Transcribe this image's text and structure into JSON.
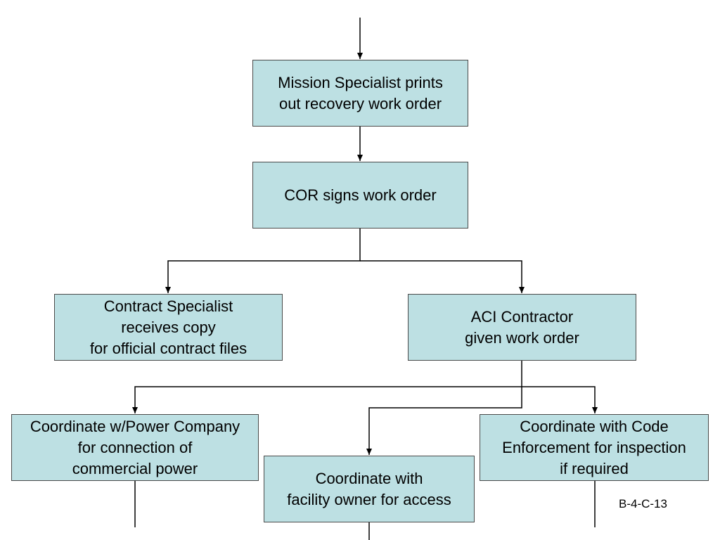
{
  "diagram": {
    "nodes": {
      "mission": "Mission Specialist prints\nout recovery work order",
      "cor": "COR signs work order",
      "contract": "Contract Specialist\nreceives copy\nfor official contract files",
      "aci": "ACI Contractor\ngiven work order",
      "power": "Coordinate w/Power Company\nfor connection of\ncommercial power",
      "facility": "Coordinate with\nfacility owner for access",
      "code": "Coordinate with Code\nEnforcement for inspection\nif required"
    },
    "page_ref": "B-4-C-13"
  }
}
